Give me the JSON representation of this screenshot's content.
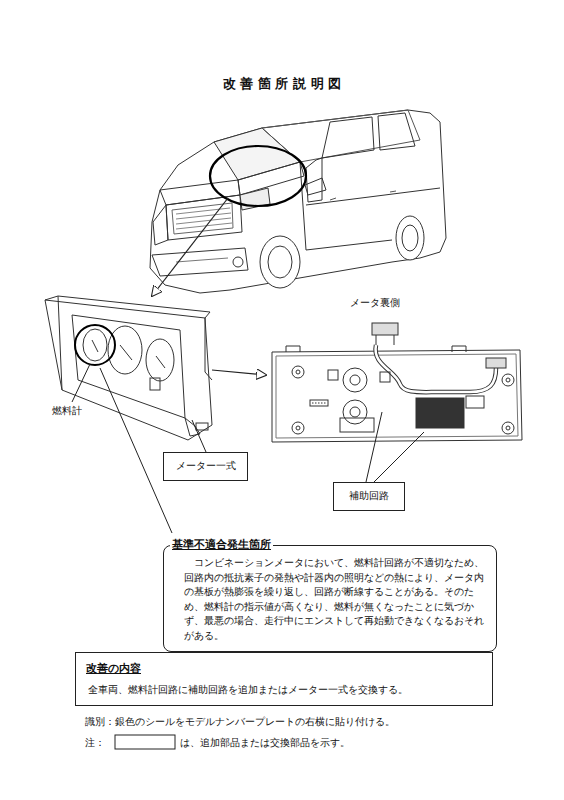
{
  "diagram": {
    "title": "改 善 箇 所 説 明 図",
    "nodes": [
      {
        "text": [
          "メーター一式"
        ]
      },
      {
        "text": [
          "補助回路"
        ]
      },
      {
        "text": [
          "基準不適合発生箇所",
          "コンビネーションメータにおいて、燃料計回路が不適切なため、回路内の抵抗素子の発熱や計器内の照明などの熱により、メータ内の基板が熱膨張を繰り返し、回路が断線することがある。そのため、燃料計の指示値が高くなり、燃料が無くなったことに気づかず、最悪の場合、走行中にエンストして再始動できなくなるおそれがある。"
        ]
      },
      {
        "text": [
          "改善の内容",
          "全車両、燃料計回路に補助回路を追加またはメーター一式を交換する。"
        ]
      }
    ],
    "labels": [
      "メータ裏側",
      "燃料計",
      "識別：銀色のシールをモデルナンバープレートの右横に貼り付ける。",
      "注：",
      "は、追加部品または交換部品を示す。"
    ]
  }
}
